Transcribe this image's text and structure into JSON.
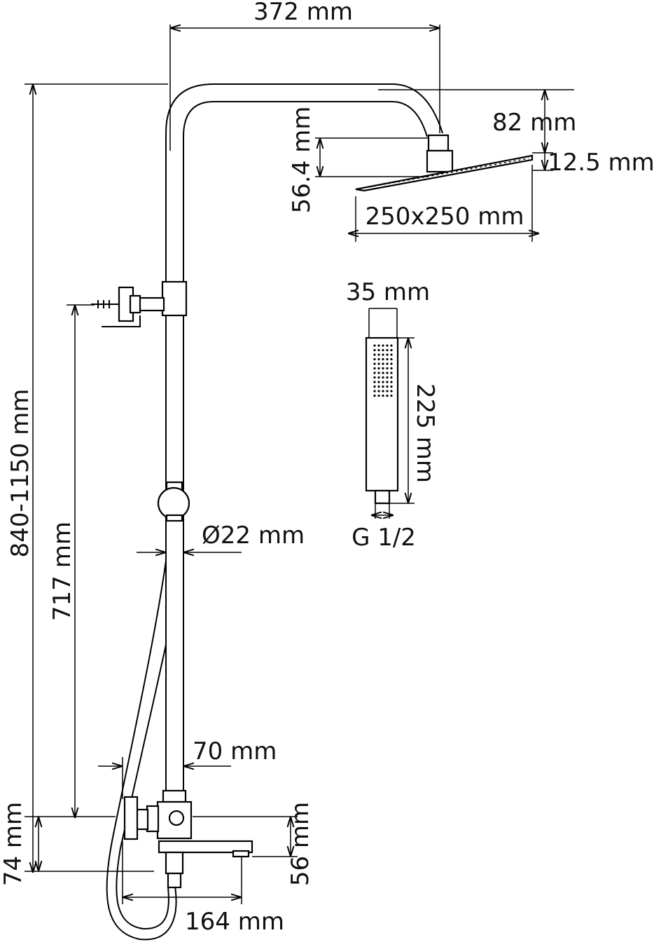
{
  "title": "Shower system dimensional drawing",
  "colors": {
    "line": "#000000",
    "background": "#ffffff"
  },
  "dimensions": {
    "width_overall": "372 mm",
    "head_drop": "82 mm",
    "head_thickness": "12.5 mm",
    "head_connector": "56.4 mm",
    "head_size": "250x250 mm",
    "hand_width": "35 mm",
    "hand_length": "225 mm",
    "hand_thread": "G 1/2",
    "pipe_diameter": "Ø22 mm",
    "total_height": "840-1150 mm",
    "bracket_height": "717 mm",
    "mixer_offset": "70 mm",
    "mixer_spout_drop": "74 mm",
    "spout_height": "56 mm",
    "spout_length": "164 mm"
  }
}
